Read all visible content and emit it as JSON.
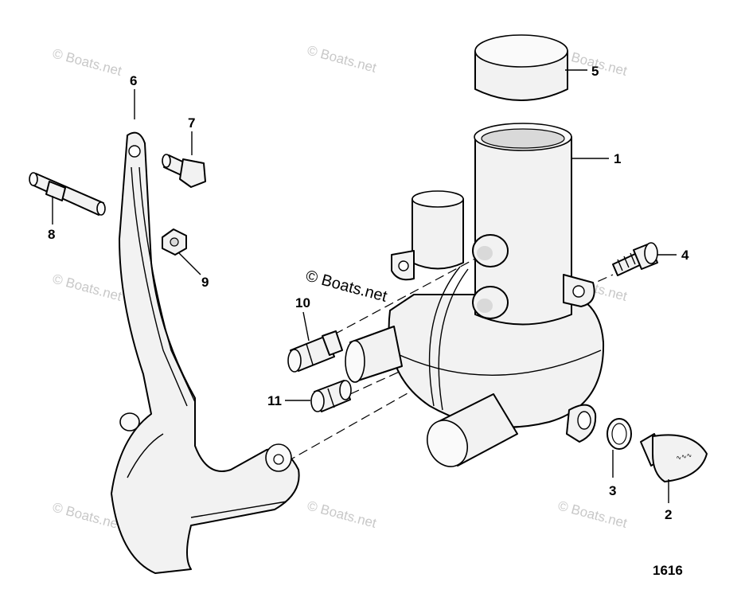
{
  "diagram": {
    "figure_number": "1616",
    "watermark_text": "© Boats.net",
    "parts": [
      {
        "callout": "1",
        "name": "housing"
      },
      {
        "callout": "2",
        "name": "drain-plug"
      },
      {
        "callout": "3",
        "name": "sealing-washer"
      },
      {
        "callout": "4",
        "name": "screw"
      },
      {
        "callout": "5",
        "name": "cap"
      },
      {
        "callout": "6",
        "name": "bracket"
      },
      {
        "callout": "7",
        "name": "bolt"
      },
      {
        "callout": "8",
        "name": "stud"
      },
      {
        "callout": "9",
        "name": "nut"
      },
      {
        "callout": "10",
        "name": "fitting-upper"
      },
      {
        "callout": "11",
        "name": "fitting-lower"
      }
    ]
  }
}
